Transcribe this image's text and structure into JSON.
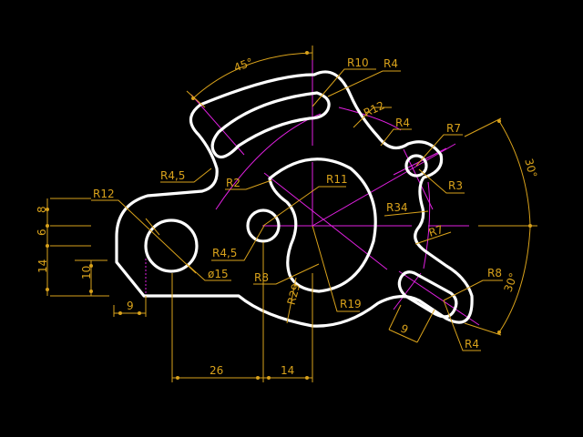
{
  "drawing": {
    "background": "#000000",
    "colors": {
      "outline": "#ffffff",
      "centerline": "#e020e0",
      "dimension": "#d9a21b"
    },
    "labels": {
      "angle_top": "45°",
      "r10": "R10",
      "r4_top": "R4",
      "r12_top": "R12",
      "r4_mid": "R4",
      "r7_top": "R7",
      "angle_right_top": "30°",
      "r3": "R3",
      "r34": "R34",
      "r7_mid": "R7",
      "r8_right": "R8",
      "angle_right_bottom": "30°",
      "r4_bottom": "R4",
      "slot_width": "9",
      "r45_top": "R4,5",
      "r2": "R2",
      "r11": "R11",
      "r12_left": "R12",
      "r45_hole": "R4,5",
      "dia15": "ø15",
      "r8_left": "R8",
      "r29": "R29",
      "r19": "R19",
      "dim_8": "8",
      "dim_6": "6",
      "dim_14": "14",
      "dim_10": "10",
      "dim_9_left": "9",
      "dim_26": "26",
      "dim_14_bottom": "14"
    }
  }
}
